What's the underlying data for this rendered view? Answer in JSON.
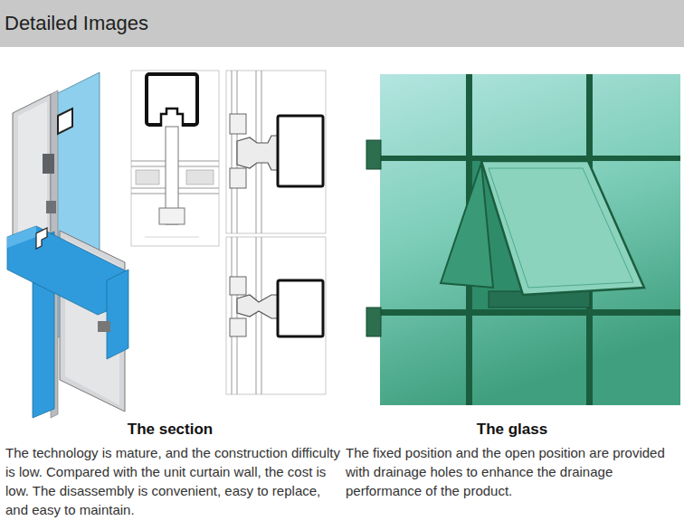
{
  "diagram": {
    "title": "Detailed Images",
    "labels": [
      "The section",
      "The technology is mature, and the construction difficulty is low. Compared with the unit curtain wall, the cost is low. The disassembly is convenient, easy to replace, and easy to maintain.",
      "The glass",
      "The fixed position and the open position are provided with drainage holes to enhance the drainage performance of the product."
    ]
  }
}
